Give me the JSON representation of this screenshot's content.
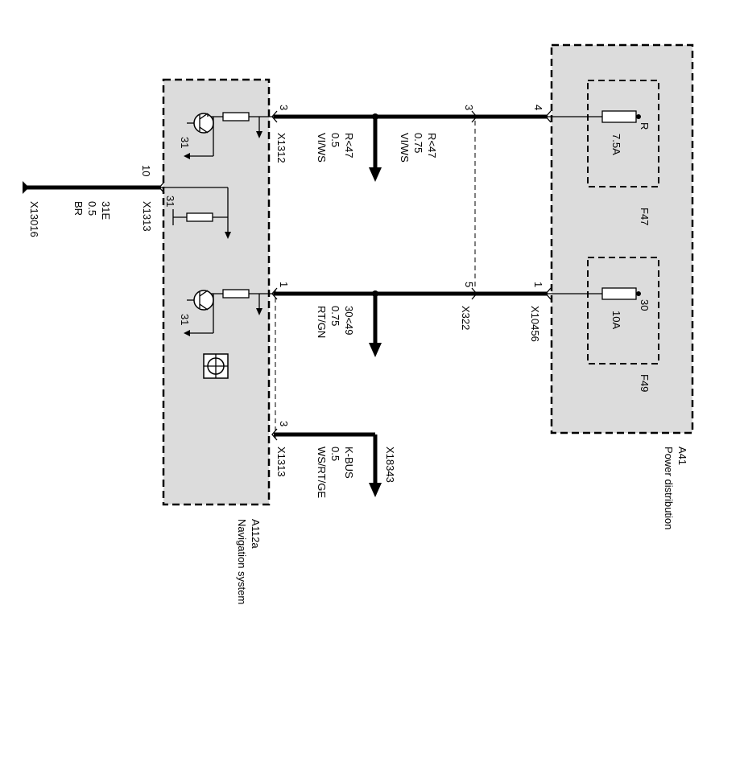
{
  "components": {
    "nav": {
      "id": "A112a",
      "name": "Navigation system"
    },
    "power": {
      "id": "A41",
      "name": "Power distribution"
    }
  },
  "fuses": {
    "f47": {
      "id": "F47",
      "pin": "R",
      "rating": "7.5A"
    },
    "f49": {
      "id": "F49",
      "pin": "30",
      "rating": "10A"
    }
  },
  "connectors": {
    "x1312": "X1312",
    "x1313_ground": "X1313",
    "x1313_kbus": "X1313",
    "x322": "X322",
    "x10456": "X10456",
    "x13016": "X13016",
    "x18343": "X18343"
  },
  "pins": {
    "nav_top": "3",
    "x322_top": "3",
    "power_top": "4",
    "nav_ground": "10",
    "nav_ground_inner": "31",
    "nav_mid": "1",
    "x322_mid": "5",
    "power_mid": "1",
    "nav_kbus": "3",
    "transistor_top": "31",
    "transistor_mid": "31"
  },
  "wires": {
    "top_left": {
      "signal": "R<47",
      "size": "0.5",
      "color": "VI/WS"
    },
    "top_right": {
      "signal": "R<47",
      "size": "0.75",
      "color": "VI/WS"
    },
    "ground": {
      "signal": "31E",
      "size": "0.5",
      "color": "BR"
    },
    "mid": {
      "signal": "30<49",
      "size": "0.75",
      "color": "RT/GN"
    },
    "kbus": {
      "signal": "K-BUS",
      "size": "0.5",
      "color": "WS/RT/GE"
    }
  }
}
